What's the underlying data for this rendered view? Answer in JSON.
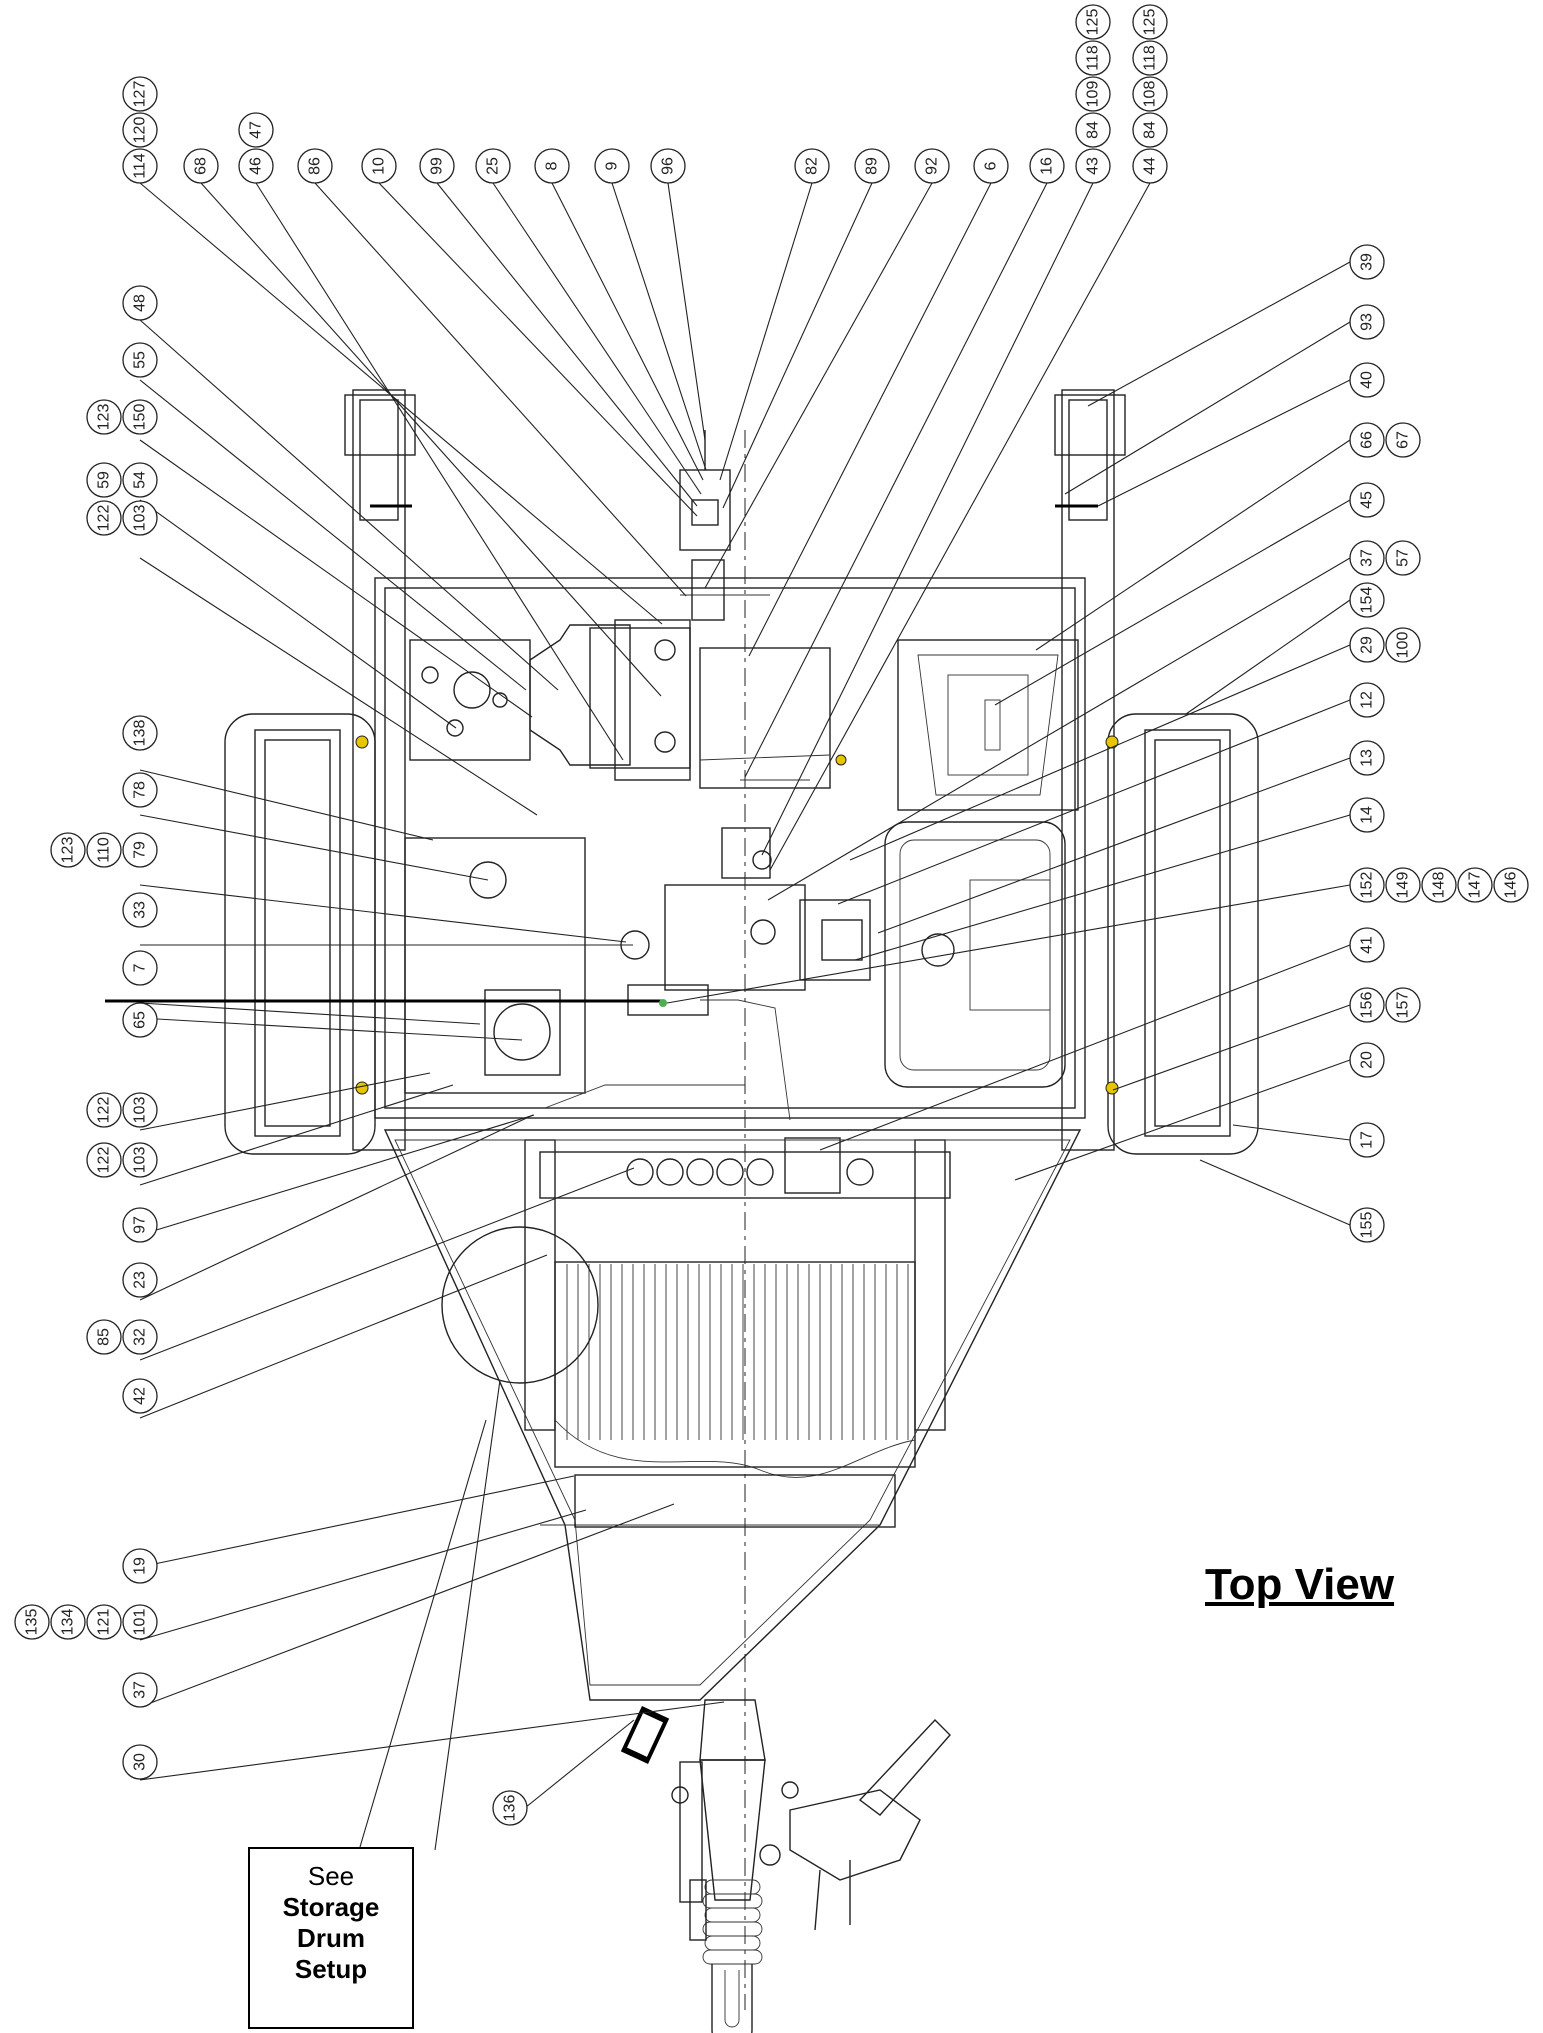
{
  "view_title": "Top View",
  "note": {
    "line1": "See",
    "line2": "Storage",
    "line3": "Drum",
    "line4": "Setup"
  },
  "balloon_groups": {
    "top_row": [
      {
        "labels": [
          "114",
          "120",
          "127"
        ]
      },
      {
        "labels": [
          "68"
        ]
      },
      {
        "labels": [
          "46",
          "47"
        ]
      },
      {
        "labels": [
          "86"
        ]
      },
      {
        "labels": [
          "10"
        ]
      },
      {
        "labels": [
          "99"
        ]
      },
      {
        "labels": [
          "25"
        ]
      },
      {
        "labels": [
          "8"
        ]
      },
      {
        "labels": [
          "9"
        ]
      },
      {
        "labels": [
          "96"
        ]
      },
      {
        "labels": [
          "82"
        ]
      },
      {
        "labels": [
          "89"
        ]
      },
      {
        "labels": [
          "92"
        ]
      },
      {
        "labels": [
          "6"
        ]
      },
      {
        "labels": [
          "16"
        ]
      },
      {
        "labels": [
          "43",
          "84",
          "109",
          "118",
          "125"
        ]
      },
      {
        "labels": [
          "44",
          "84",
          "108",
          "118",
          "125"
        ]
      }
    ],
    "left_side": [
      {
        "labels": [
          "48"
        ]
      },
      {
        "labels": [
          "55"
        ]
      },
      {
        "labels": [
          "123",
          "150"
        ]
      },
      {
        "labels": [
          "59",
          "54"
        ]
      },
      {
        "labels": [
          "122",
          "103"
        ]
      },
      {
        "labels": [
          "138"
        ]
      },
      {
        "labels": [
          "78"
        ]
      },
      {
        "labels": [
          "123",
          "110",
          "79"
        ]
      },
      {
        "labels": [
          "33"
        ]
      },
      {
        "labels": [
          "7"
        ]
      },
      {
        "labels": [
          "65"
        ]
      },
      {
        "labels": [
          "122",
          "103"
        ]
      },
      {
        "labels": [
          "122",
          "103"
        ]
      },
      {
        "labels": [
          "97"
        ]
      },
      {
        "labels": [
          "23"
        ]
      },
      {
        "labels": [
          "85",
          "32"
        ]
      },
      {
        "labels": [
          "42"
        ]
      },
      {
        "labels": [
          "19"
        ]
      },
      {
        "labels": [
          "135",
          "134",
          "121",
          "101"
        ]
      },
      {
        "labels": [
          "37"
        ]
      },
      {
        "labels": [
          "30"
        ]
      },
      {
        "labels": [
          "136"
        ]
      }
    ],
    "right_side": [
      {
        "labels": [
          "39"
        ]
      },
      {
        "labels": [
          "93"
        ]
      },
      {
        "labels": [
          "40"
        ]
      },
      {
        "labels": [
          "66",
          "67"
        ]
      },
      {
        "labels": [
          "45"
        ]
      },
      {
        "labels": [
          "37",
          "57"
        ]
      },
      {
        "labels": [
          "154"
        ]
      },
      {
        "labels": [
          "29",
          "100"
        ]
      },
      {
        "labels": [
          "12"
        ]
      },
      {
        "labels": [
          "13"
        ]
      },
      {
        "labels": [
          "14"
        ]
      },
      {
        "labels": [
          "152",
          "149",
          "148",
          "147",
          "146"
        ]
      },
      {
        "labels": [
          "41"
        ]
      },
      {
        "labels": [
          "156",
          "157"
        ]
      },
      {
        "labels": [
          "20"
        ]
      },
      {
        "labels": [
          "17"
        ]
      },
      {
        "labels": [
          "155"
        ]
      }
    ]
  }
}
